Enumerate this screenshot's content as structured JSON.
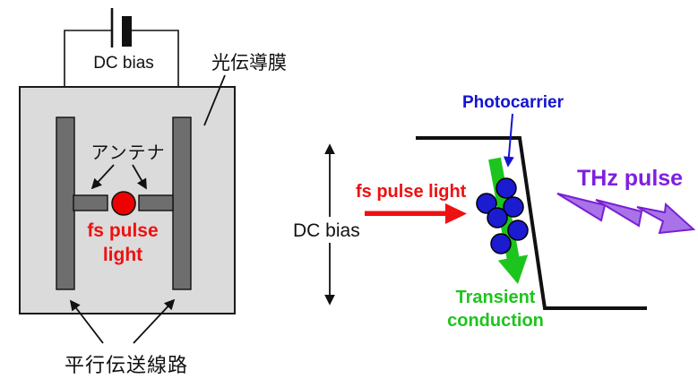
{
  "figure_type": "photoconductive-antenna-THz-generation-diagram",
  "left_diagram": {
    "dc_bias_label": "DC bias",
    "film_label": "光伝導膜",
    "antenna_label": "アンテナ",
    "laser_label_line1": "fs pulse",
    "laser_label_line2": "light",
    "transmission_line_label": "平行伝送線路"
  },
  "right_diagram": {
    "dc_bias_label": "DC bias",
    "laser_label": "fs pulse light",
    "photocarrier_label": "Photocarrier",
    "thz_label": "THz pulse",
    "conduction_label_line1": "Transient",
    "conduction_label_line2": "conduction"
  },
  "colors": {
    "laser_red": "#ee1111",
    "laser_dot_red": "#ee0000",
    "carrier_blue": "#1b1bd0",
    "carrier_text_blue": "#1414d2",
    "conduction_green": "#1ec41e",
    "thz_fill_purple": "#a873e8",
    "thz_stroke_purple": "#7a1fd2",
    "thz_text_purple": "#7f1fe0",
    "substrate_gray": "#dbdbdb",
    "electrode_gray": "#6e6e6e",
    "line_black": "#111111",
    "background": "#ffffff"
  }
}
